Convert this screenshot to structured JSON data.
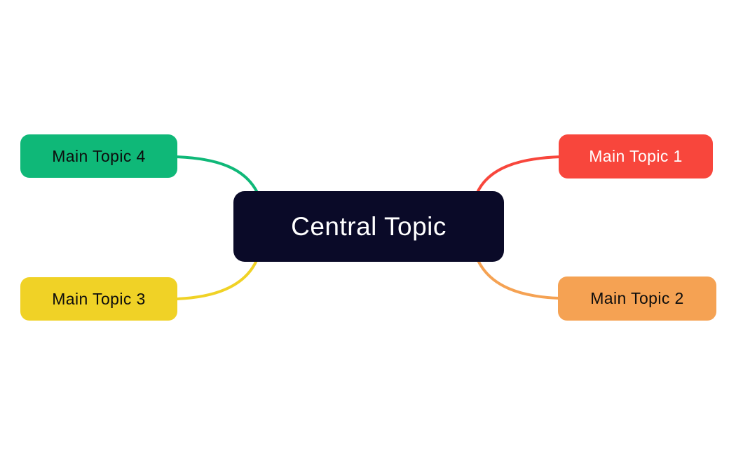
{
  "canvas": {
    "background": "#ffffff"
  },
  "central_topic": {
    "label": "Central Topic",
    "bg": "#0a0a28",
    "text_color": "#ffffff"
  },
  "main_topics": [
    {
      "label": "Main Topic 1",
      "bg": "#f8463c",
      "text_color": "#ffffff",
      "position": "top-right"
    },
    {
      "label": "Main Topic 2",
      "bg": "#f5a253",
      "text_color": "#0d0d0d",
      "position": "bottom-right"
    },
    {
      "label": "Main Topic 3",
      "bg": "#f0d226",
      "text_color": "#0d0d0d",
      "position": "bottom-left"
    },
    {
      "label": "Main Topic 4",
      "bg": "#0fb878",
      "text_color": "#0d0d0d",
      "position": "top-left"
    }
  ]
}
